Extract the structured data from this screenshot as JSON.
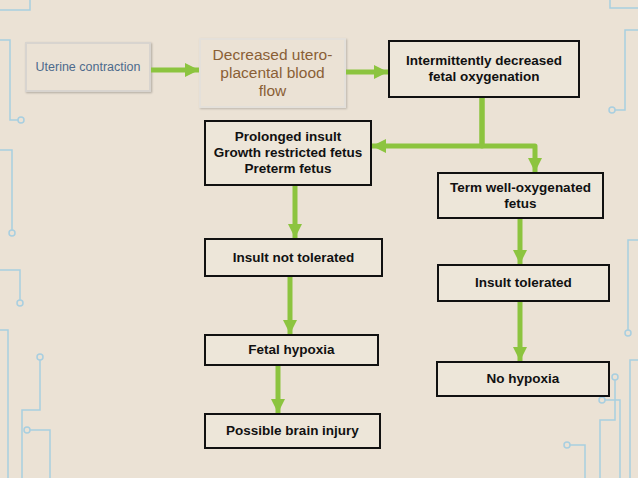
{
  "diagram": {
    "nodes": [
      {
        "text": [
          "Uterine contraction"
        ]
      },
      {
        "text": [
          "Decreased utero-placental blood flow"
        ]
      },
      {
        "text": [
          "Intermittently decreased fetal oxygenation"
        ]
      },
      {
        "text": [
          "Prolonged insult Growth restricted fetus Preterm fetus"
        ]
      },
      {
        "text": [
          "Term well-oxygenated fetus"
        ]
      },
      {
        "text": [
          "Insult not tolerated"
        ]
      },
      {
        "text": [
          "Insult tolerated"
        ]
      },
      {
        "text": [
          "Fetal hypoxia"
        ]
      },
      {
        "text": [
          "No hypoxia"
        ]
      },
      {
        "text": [
          "Possible brain injury"
        ]
      }
    ],
    "edges": [
      {
        "from": 0,
        "to": 1,
        "arrow": "to"
      },
      {
        "from": 1,
        "to": 2,
        "arrow": "to"
      },
      {
        "from": 2,
        "to": 3,
        "arrow": "to"
      },
      {
        "from": 2,
        "to": 4,
        "arrow": "to"
      },
      {
        "from": 3,
        "to": 5,
        "arrow": "to"
      },
      {
        "from": 4,
        "to": 6,
        "arrow": "to"
      },
      {
        "from": 5,
        "to": 7,
        "arrow": "to"
      },
      {
        "from": 6,
        "to": 8,
        "arrow": "to"
      },
      {
        "from": 7,
        "to": 9,
        "arrow": "to"
      }
    ]
  }
}
